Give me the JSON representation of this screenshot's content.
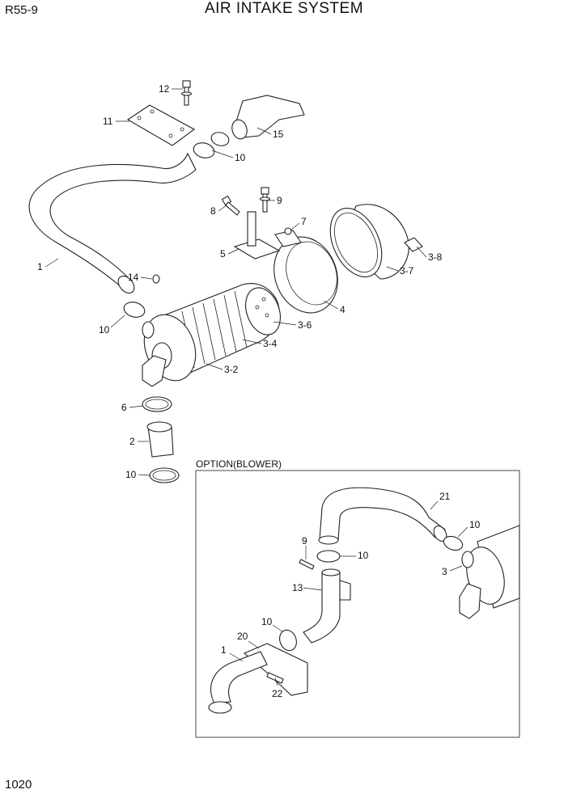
{
  "header": {
    "model": "R55-9",
    "title": "AIR INTAKE SYSTEM"
  },
  "footer": {
    "page_number": "1020"
  },
  "option_box": {
    "label": "OPTION(BLOWER)"
  },
  "callouts": {
    "c12": "12",
    "c11": "11",
    "c15": "15",
    "c10_top": "10",
    "c9": "9",
    "c8": "8",
    "c7": "7",
    "c5": "5",
    "c4": "4",
    "c3_8": "3-8",
    "c3_7": "3-7",
    "c1": "1",
    "c14": "14",
    "c10_mid": "10",
    "c3_6": "3-6",
    "c3_4": "3-4",
    "c3_2": "3-2",
    "c6": "6",
    "c2": "2",
    "c10_low": "10",
    "o21": "21",
    "o10_a": "10",
    "o9": "9",
    "o10_b": "10",
    "o3": "3",
    "o13": "13",
    "o10_c": "10",
    "o20": "20",
    "o1": "1",
    "o22": "22"
  }
}
